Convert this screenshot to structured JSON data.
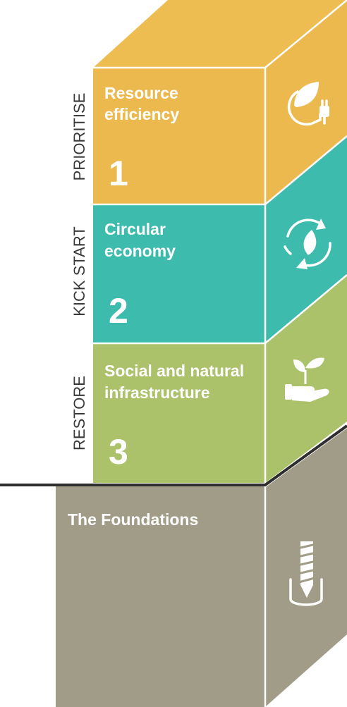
{
  "colors": {
    "orange": "#ECB94E",
    "orange_top": "#EDBD52",
    "teal": "#3DBCAE",
    "green": "#ABC26B",
    "taupe": "#A19C88",
    "edge_white": "#FFFFFF",
    "ground_line": "#2E2E2E"
  },
  "tiers": [
    {
      "side_label": "PRIORITISE",
      "title_line1": "Resource",
      "title_line2": "efficiency",
      "number": "1",
      "icon": "leaf-plug-icon"
    },
    {
      "side_label": "KICK START",
      "title_line1": "Circular",
      "title_line2": "economy",
      "number": "2",
      "icon": "recycle-leaf-icon"
    },
    {
      "side_label": "RESTORE",
      "title_line1": "Social and natural",
      "title_line2": "infrastructure",
      "number": "3",
      "icon": "seedling-hand-icon"
    }
  ],
  "foundation": {
    "title": "The Foundations",
    "icon": "screw-anchor-icon"
  }
}
